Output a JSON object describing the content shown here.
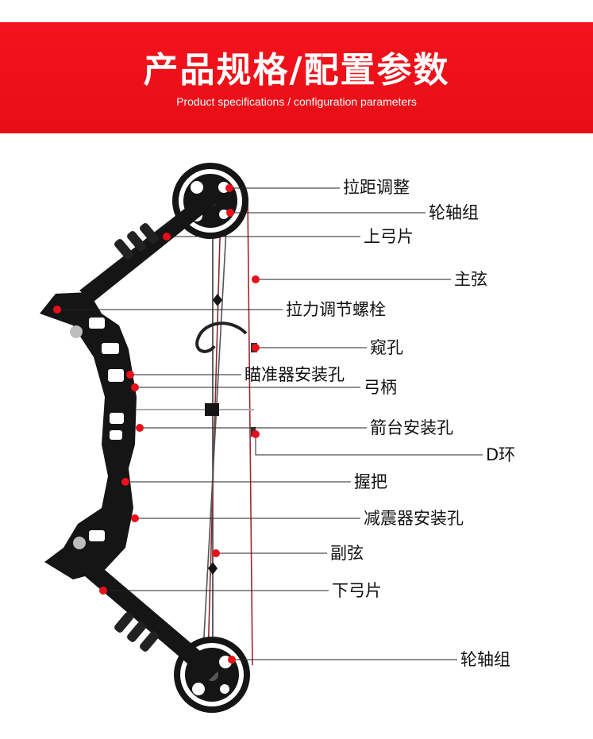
{
  "header": {
    "title": "产品规格/配置参数",
    "subtitle": "Product specifications / configuration parameters"
  },
  "parts": [
    {
      "id": "draw-length-adjust",
      "label": "拉距调整"
    },
    {
      "id": "cam-axle-top",
      "label": "轮轴组"
    },
    {
      "id": "upper-limb",
      "label": "上弓片"
    },
    {
      "id": "main-string",
      "label": "主弦"
    },
    {
      "id": "draw-weight-bolt",
      "label": "拉力调节螺栓"
    },
    {
      "id": "peep-hole",
      "label": "窥孔"
    },
    {
      "id": "sight-mount-hole",
      "label": "瞄准器安装孔"
    },
    {
      "id": "riser",
      "label": "弓柄"
    },
    {
      "id": "arrow-rest-hole",
      "label": "箭台安装孔"
    },
    {
      "id": "d-loop",
      "label": "D环"
    },
    {
      "id": "grip",
      "label": "握把"
    },
    {
      "id": "stabilizer-hole",
      "label": "减震器安装孔"
    },
    {
      "id": "cable",
      "label": "副弦"
    },
    {
      "id": "lower-limb",
      "label": "下弓片"
    },
    {
      "id": "cam-axle-bottom",
      "label": "轮轴组"
    }
  ],
  "colors": {
    "banner": "#e70d16",
    "marker": "#e8101a",
    "bow": "#151515",
    "string": "#a02830"
  }
}
